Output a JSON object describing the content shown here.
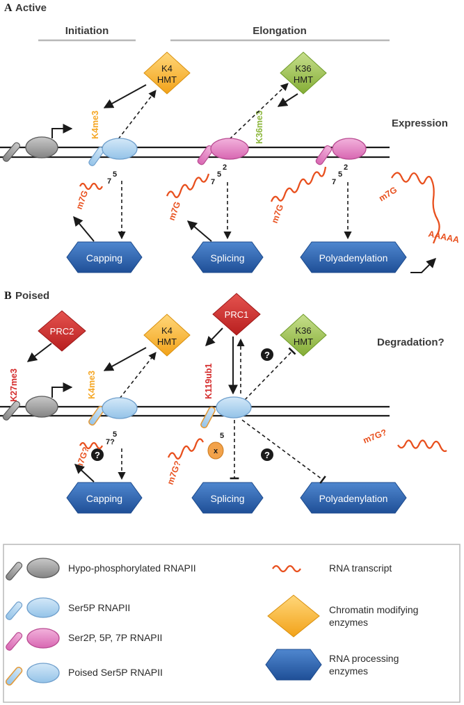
{
  "panel_a": {
    "letter": "A",
    "title": "Active",
    "initiation": "Initiation",
    "elongation": "Elongation",
    "expression": "Expression",
    "k4_hmt": [
      "K4",
      "HMT"
    ],
    "k36_hmt": [
      "K36",
      "HMT"
    ],
    "k4me3": "K4me3",
    "k36me3": "K36me3",
    "m7g": "m7G",
    "aaaaa": "AAAAA",
    "capping": "Capping",
    "splicing": "Splicing",
    "polyadenylation": "Polyadenylation",
    "n7": "7",
    "n5": "5",
    "n2": "2"
  },
  "panel_b": {
    "letter": "B",
    "title": "Poised",
    "degradation": "Degradation?",
    "prc2": "PRC2",
    "prc1": "PRC1",
    "k4_hmt": [
      "K4",
      "HMT"
    ],
    "k36_hmt": [
      "K36",
      "HMT"
    ],
    "k27me3": "K27me3",
    "k4me3": "K4me3",
    "k119ub1": "K119ub1",
    "m7gq": "m7G?",
    "n7q": "7?",
    "n5": "5",
    "x": "x",
    "question": "?",
    "capping": "Capping",
    "splicing": "Splicing",
    "polyadenylation": "Polyadenylation"
  },
  "legend": {
    "hypo": "Hypo-phosphorylated RNAPII",
    "ser5p": "Ser5P RNAPII",
    "ser257p": "Ser2P, 5P, 7P RNAPII",
    "poised": "Poised Ser5P RNAPII",
    "rna": "RNA transcript",
    "chromatin": [
      "Chromatin modifying",
      "enzymes"
    ],
    "processing": [
      "RNA processing",
      "enzymes"
    ]
  },
  "colors": {
    "orange": "#e8501e",
    "yellow": "#f5a623",
    "green": "#8cb63c",
    "red": "#d42a2a",
    "blue_box": "#2a62b0",
    "pol_blue": "#a9d0ee",
    "pol_pink": "#e27ec0",
    "pol_gray": "#9a9a9a"
  }
}
